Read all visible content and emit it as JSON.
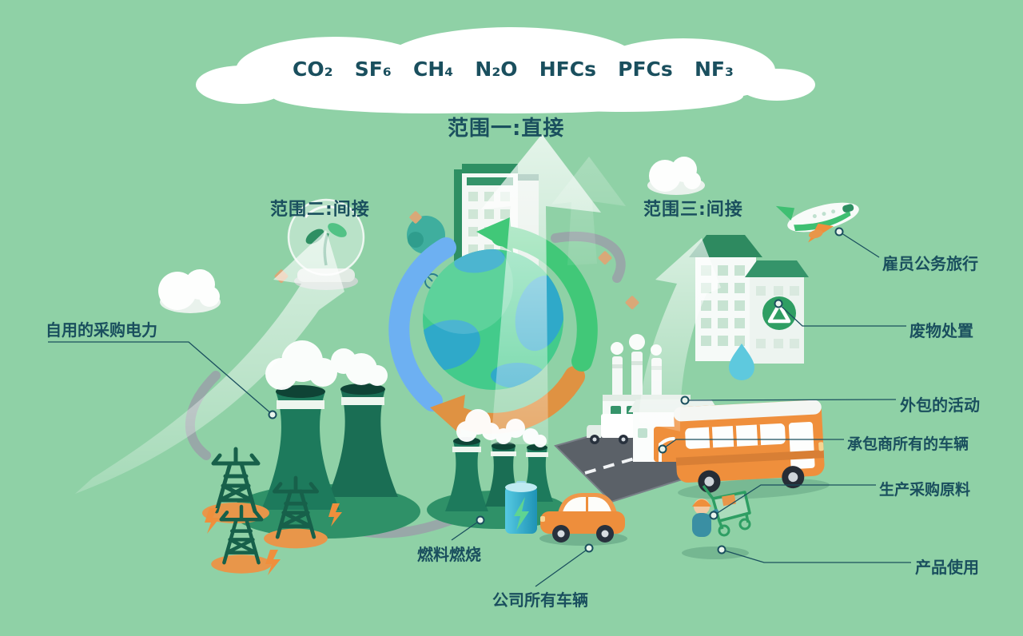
{
  "colors": {
    "bg": "#8fd1a6",
    "text": "#1a4f5e",
    "orange": "#ef8f3c",
    "green": "#2e8f63",
    "dark-green": "#1d7a5c",
    "ring-blue": "#6db0f2",
    "ring-green": "#41c878",
    "ring-orange": "#df9242"
  },
  "gas_cloud": {
    "gases": [
      "CO₂",
      "SF₆",
      "CH₄",
      "N₂O",
      "HFCs",
      "PFCs",
      "NF₃"
    ]
  },
  "scopes": {
    "scope1": "范围一:直接",
    "scope2": "范围二:间接",
    "scope3": "范围三:间接"
  },
  "labels": {
    "purchased_electricity": "自用的采购电力",
    "employee_business_travel": "雇员公务旅行",
    "waste_disposal": "废物处置",
    "outsourced_activities": "外包的活动",
    "contractor_owned_vehicles": "承包商所有的车辆",
    "production_of_purchased_materials": "生产采购原料",
    "product_use": "产品使用",
    "fuel_combustion": "燃料燃烧",
    "company_owned_vehicles": "公司所有车辆"
  }
}
